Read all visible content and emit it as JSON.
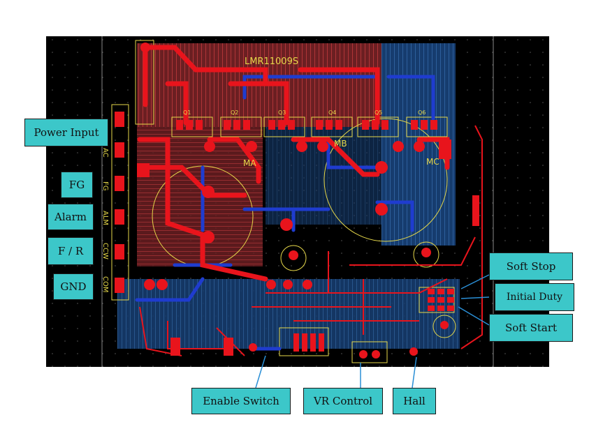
{
  "board": {
    "part_number": "LMR11009S",
    "motor_labels": [
      "MA",
      "MB",
      "MC"
    ],
    "mosfet_labels": [
      "Q1",
      "Q2",
      "Q3",
      "Q4",
      "Q5",
      "Q6"
    ],
    "connector_labels": [
      "AC",
      "FG",
      "ALM",
      "CCW",
      "COM"
    ],
    "colors": {
      "background": "#000000",
      "top_copper": "#e8141c",
      "bottom_copper": "#1f3ccf",
      "silkscreen": "#e6d84a",
      "inner_plane_red": "#8b2a2a",
      "inner_plane_blue": "#1c4b87",
      "callout_fill": "#3cc7c9",
      "leader_line": "#2a8fd6"
    }
  },
  "callouts": {
    "power_input": "Power Input",
    "fg": "FG",
    "alarm": "Alarm",
    "fr": "F / R",
    "gnd": "GND",
    "soft_stop": "Soft Stop",
    "initial_duty": "Initial Duty",
    "soft_start": "Soft Start",
    "enable_switch": "Enable Switch",
    "vr_control": "VR Control",
    "hall": "Hall"
  }
}
